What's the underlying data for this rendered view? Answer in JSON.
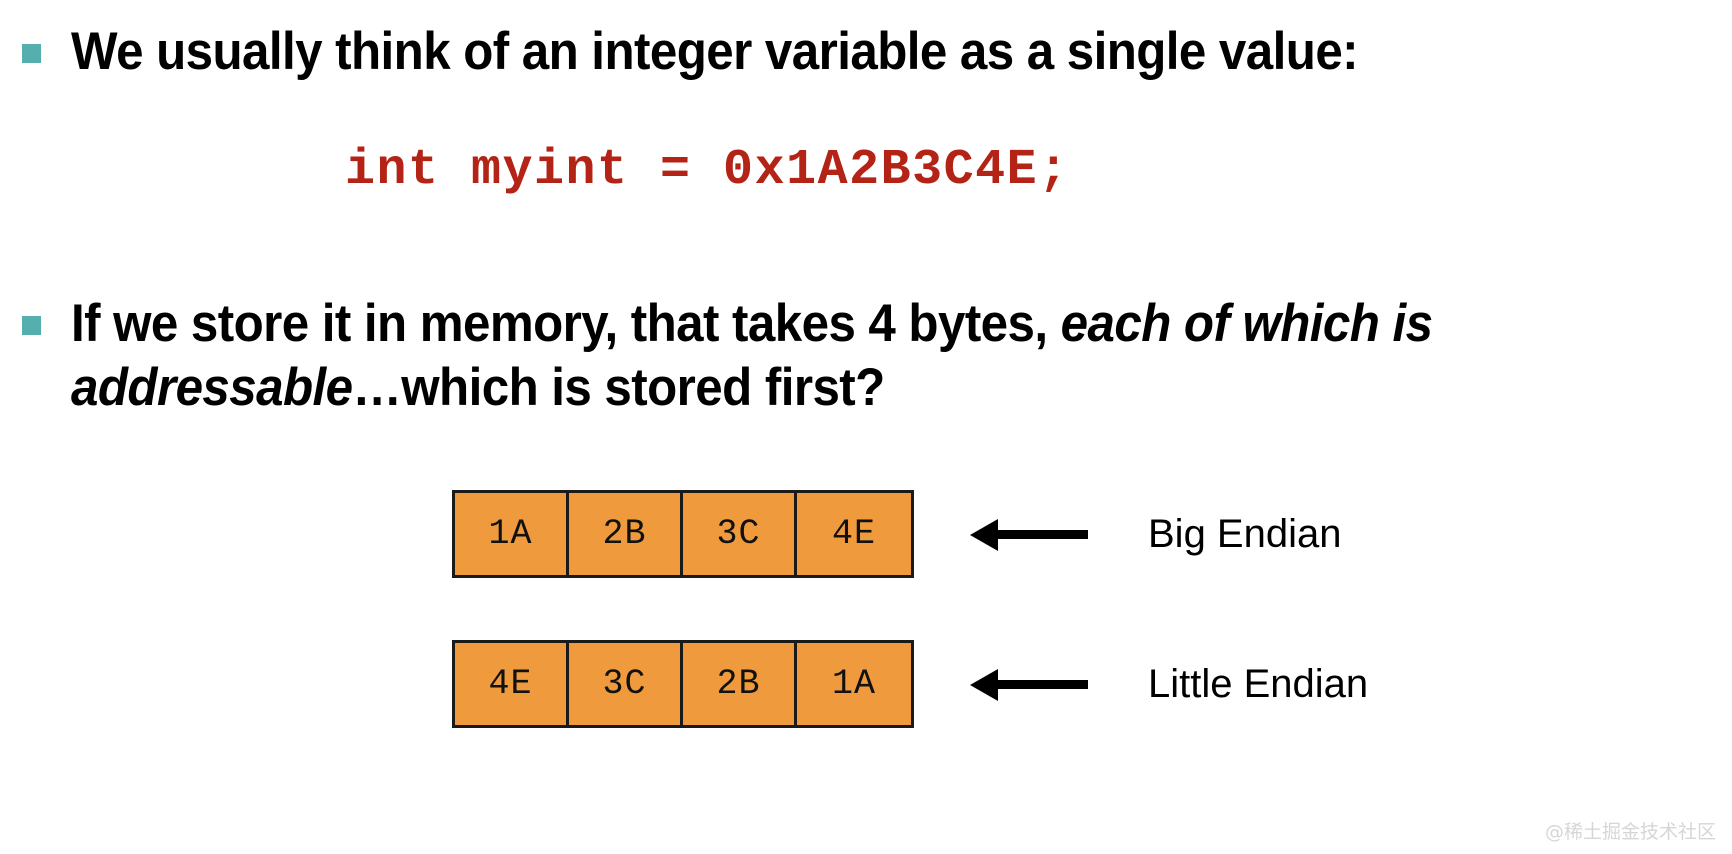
{
  "slide": {
    "background_color": "#FFFFFF",
    "bullet_marker_color": "#55AFAF",
    "code_color": "#B32316",
    "byte_fill_color": "#EF9A3D",
    "byte_border_color": "#1A1A1A"
  },
  "bullets": [
    {
      "marker": "square-bullet",
      "text": "We usually think of an integer variable as a single value:"
    },
    {
      "marker": "square-bullet",
      "text_plain": "If we store it in memory, that takes 4 bytes, each of which is addressable…which is stored first?",
      "segments": [
        {
          "text": "If we store it in memory, that takes 4 bytes, ",
          "italic": false
        },
        {
          "text": "each of which is addressable",
          "italic": true
        },
        {
          "text": "…which is stored first?",
          "italic": false
        }
      ]
    }
  ],
  "code": {
    "text": "int myint = 0x1A2B3C4E;"
  },
  "memory_diagram": {
    "rows": [
      {
        "name": "big-endian",
        "bytes": [
          "1A",
          "2B",
          "3C",
          "4E"
        ],
        "arrow": "left-arrow-icon",
        "label": "Big Endian"
      },
      {
        "name": "little-endian",
        "bytes": [
          "4E",
          "3C",
          "2B",
          "1A"
        ],
        "arrow": "left-arrow-icon",
        "label": "Little Endian"
      }
    ]
  },
  "watermark": {
    "text": "@稀土掘金技术社区"
  }
}
